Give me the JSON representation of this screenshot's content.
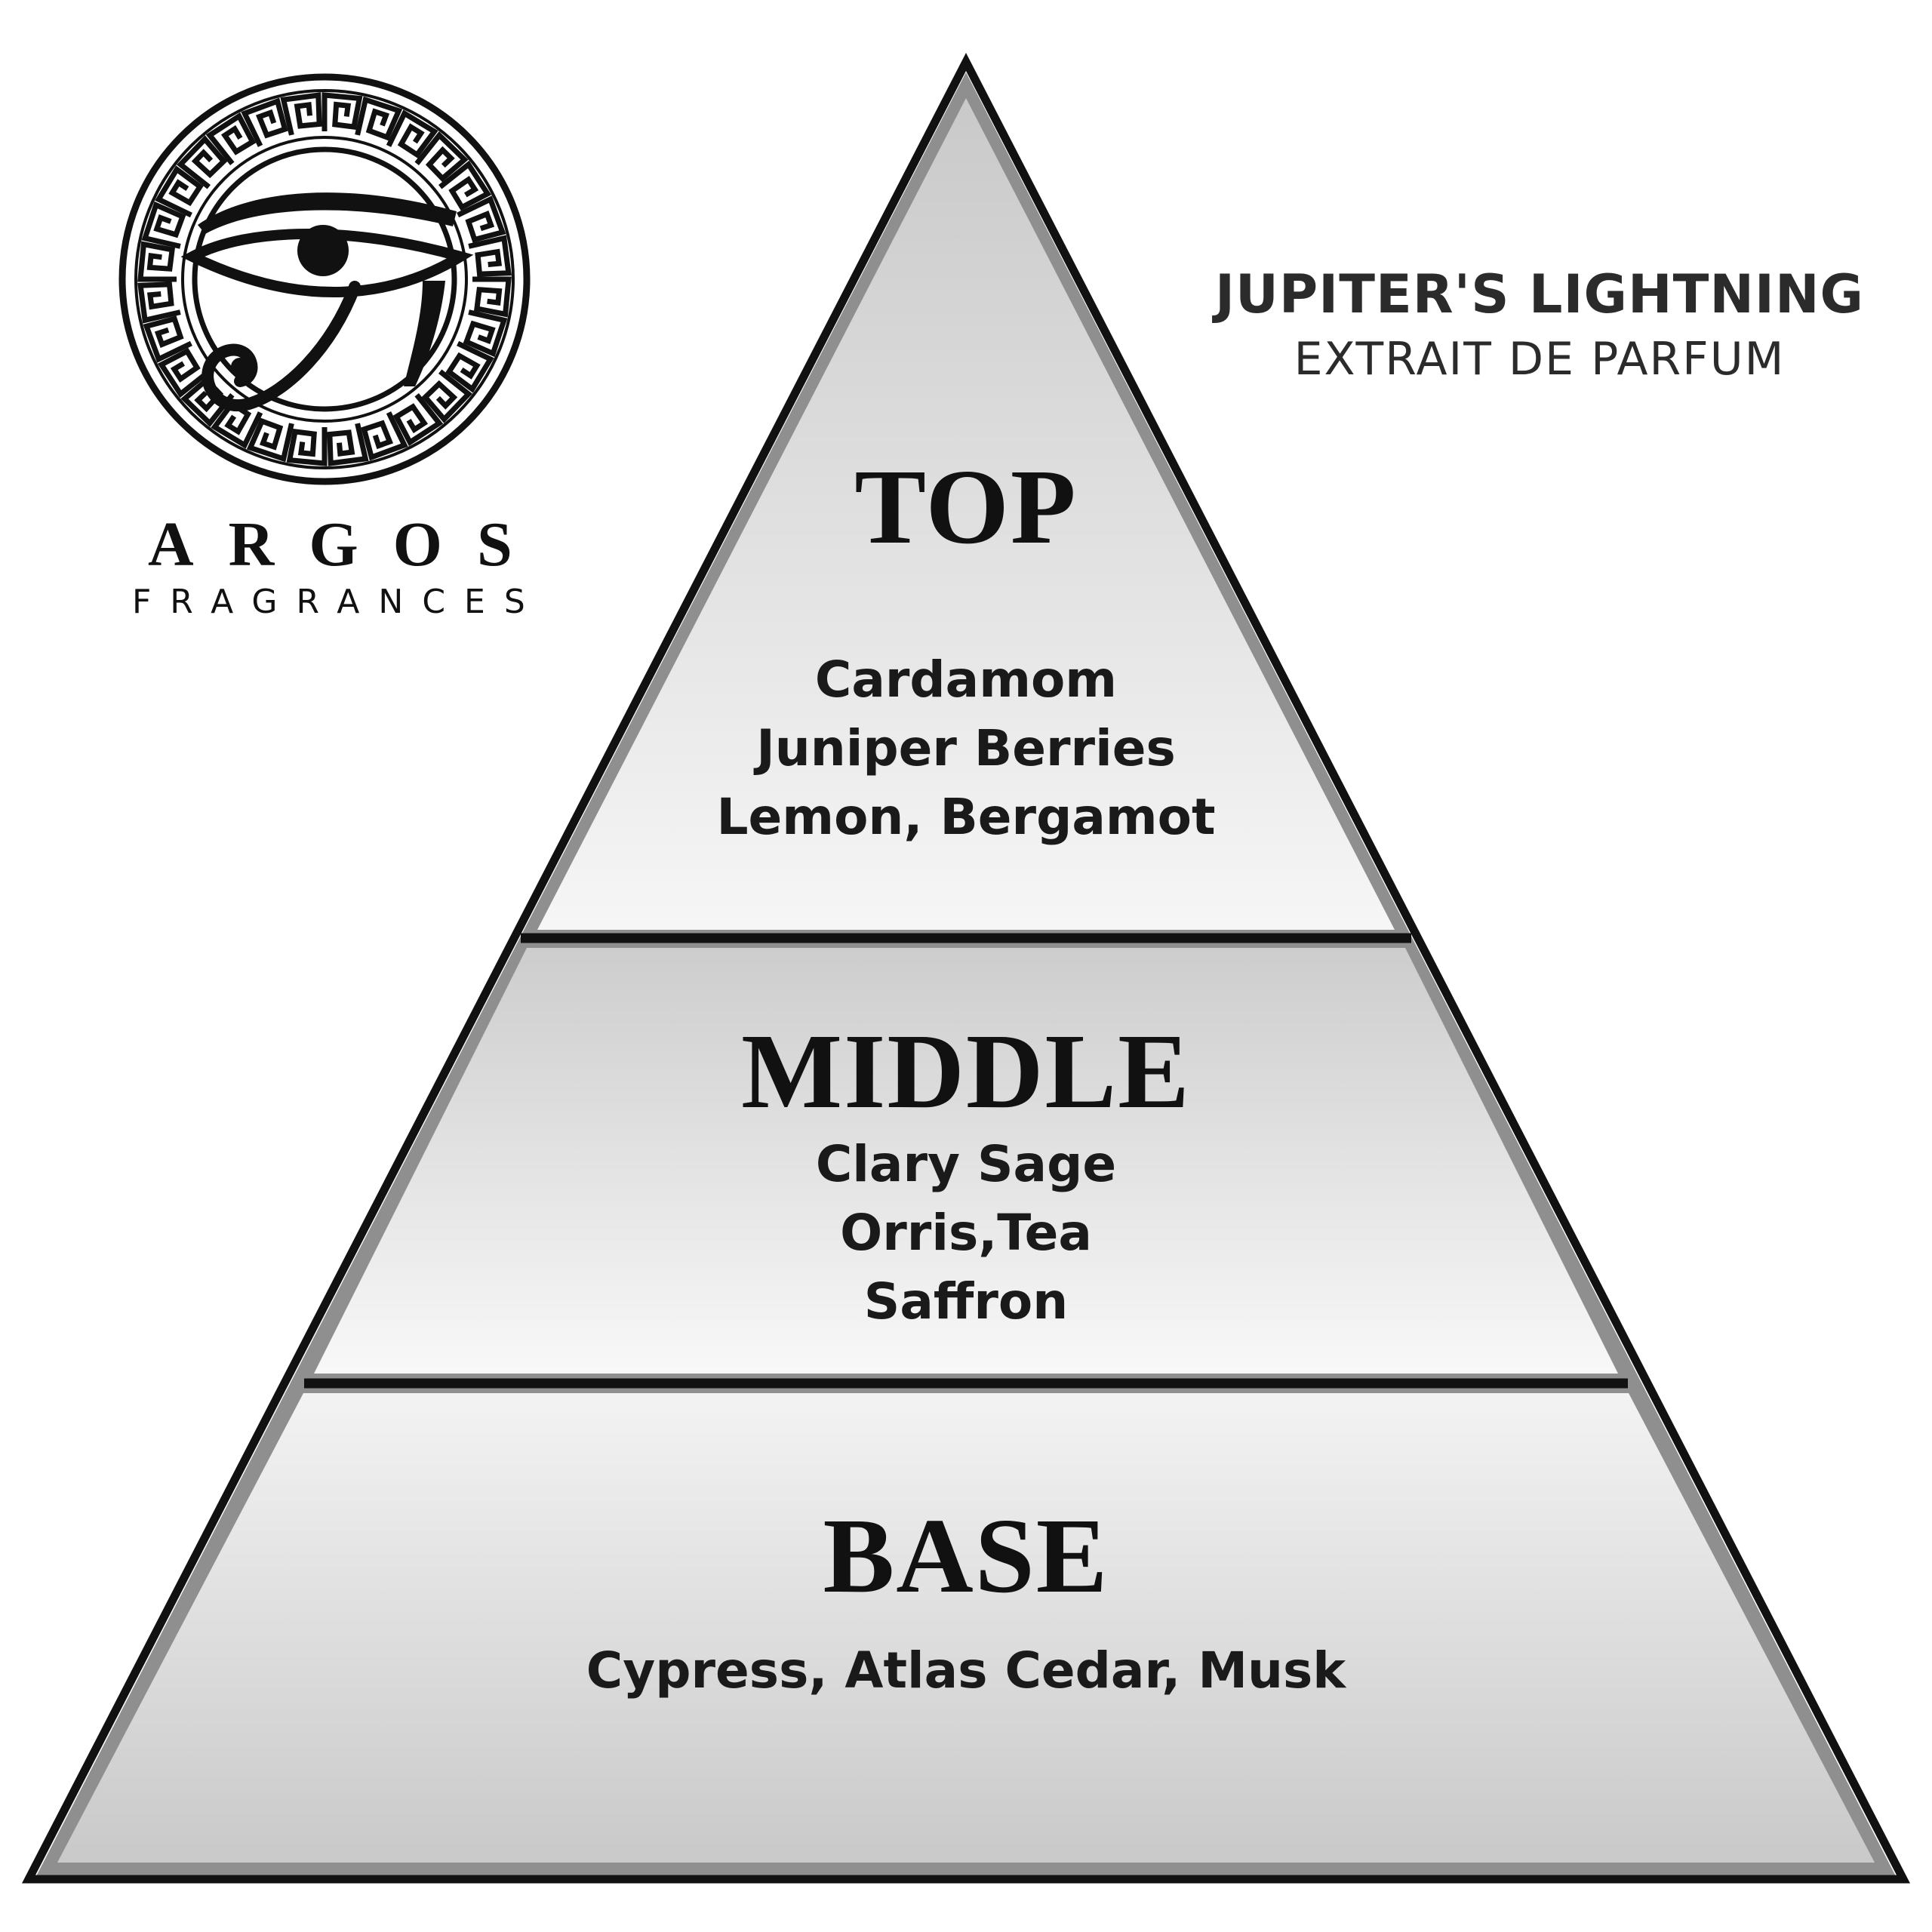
{
  "brand": {
    "name": "ARGOS",
    "subtitle": "FRAGRANCES"
  },
  "product": {
    "name": "JUPITER'S LIGHTNING",
    "type": "EXTRAIT DE PARFUM"
  },
  "pyramid": {
    "top": {
      "title": "TOP",
      "notes": [
        "Cardamom",
        "Juniper Berries",
        "Lemon, Bergamot"
      ]
    },
    "middle": {
      "title": "MIDDLE",
      "notes": [
        "Clary Sage",
        "Orris,Tea",
        "Saffron"
      ]
    },
    "base": {
      "title": "BASE",
      "notes": [
        "Cypress, Atlas Cedar, Musk"
      ]
    }
  },
  "colors": {
    "outline": "#111111",
    "inner_border": "#8f8f8f",
    "tier_fill_dark": "#cbcbcb",
    "tier_fill_light": "#f8f8f8",
    "text": "#111111"
  },
  "icons": {
    "logo": "eye-of-horus-in-greek-key-ring-icon"
  }
}
